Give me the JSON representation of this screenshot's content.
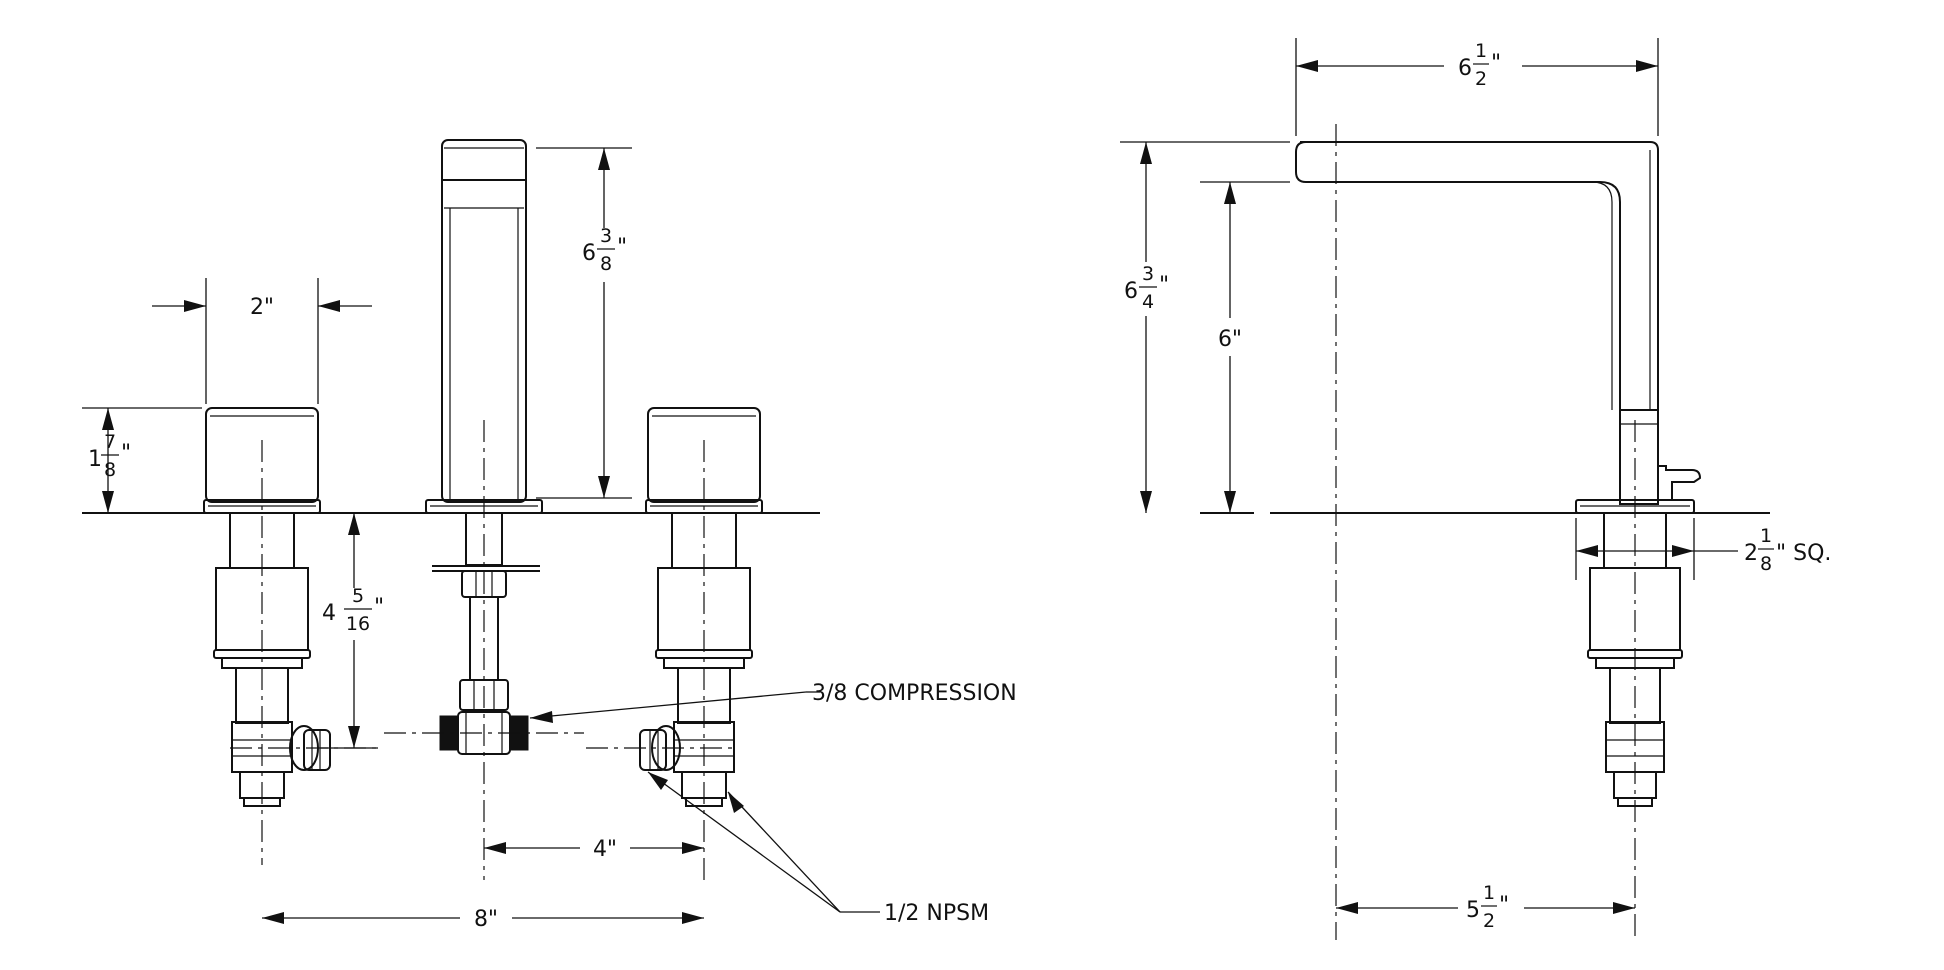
{
  "front_view": {
    "handle_width": {
      "whole": "",
      "num": "",
      "den": "",
      "unit": "2\""
    },
    "handle_height": {
      "whole": "1",
      "num": "7",
      "den": "8",
      "unit": "\""
    },
    "spout_height": {
      "whole": "6",
      "num": "3",
      "den": "8",
      "unit": "\""
    },
    "below_deck": {
      "whole": "4",
      "num": "5",
      "den": "16",
      "unit": "\""
    },
    "center_to_center": "4\"",
    "overall_spread": "8\"",
    "callout_compression": "3/8 COMPRESSION",
    "callout_npsm": "1/2 NPSM"
  },
  "side_view": {
    "spout_reach": {
      "whole": "6",
      "num": "1",
      "den": "2",
      "unit": "\""
    },
    "overall_height": {
      "whole": "6",
      "num": "3",
      "den": "4",
      "unit": "\""
    },
    "spout_clearance": "6\"",
    "base_square": {
      "whole": "2",
      "num": "1",
      "den": "8",
      "unit": "\" SQ."
    },
    "outlet_reach": {
      "whole": "5",
      "num": "1",
      "den": "2",
      "unit": "\""
    }
  }
}
